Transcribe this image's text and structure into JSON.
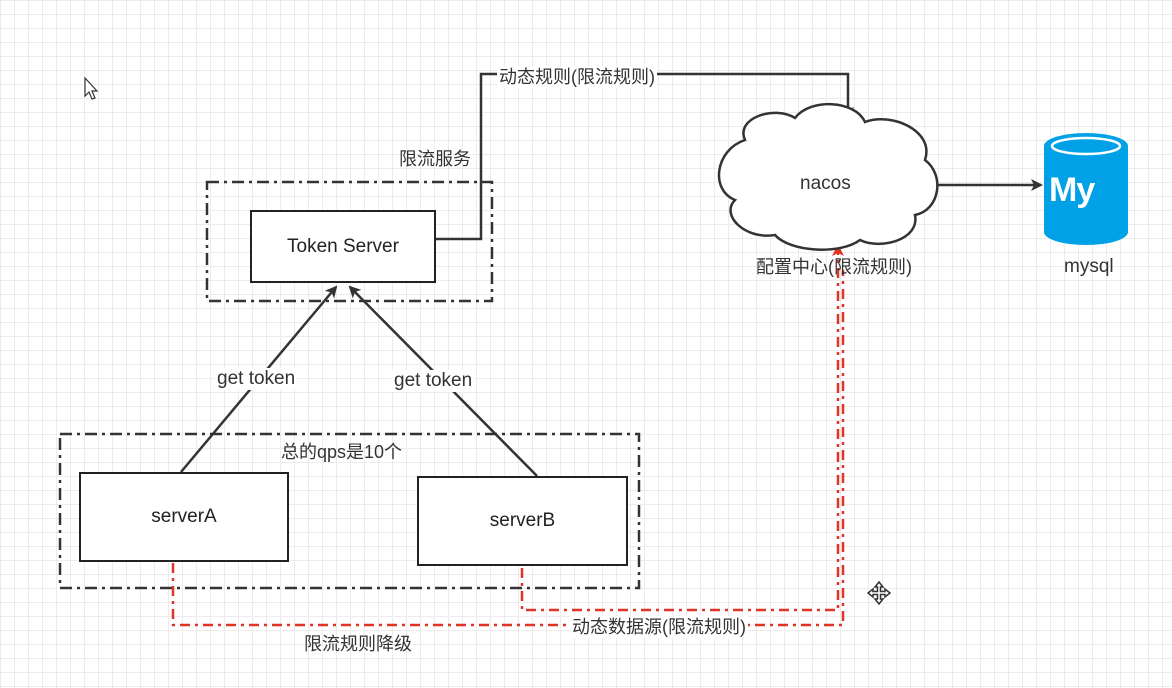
{
  "nodes": {
    "token_server": "Token Server",
    "server_a": "serverA",
    "server_b": "serverB",
    "nacos": "nacos",
    "mysql_logo_text": "My",
    "mysql": "mysql"
  },
  "groups": {
    "limit_service": "限流服务",
    "total_qps": "总的qps是10个",
    "config_center": "配置中心(限流规则)"
  },
  "edges": {
    "dynamic_rules": "动态规则(限流规则)",
    "get_token_a": "get token",
    "get_token_b": "get token",
    "dynamic_datasource": "动态数据源(限流规则)",
    "degrade": "限流规则降级"
  },
  "colors": {
    "line": "#333333",
    "red_dashed": "#e03526",
    "mysql_blue": "#00a1e6"
  },
  "icons": [
    "cursor-icon",
    "move-icon",
    "mysql-logo-icon"
  ]
}
